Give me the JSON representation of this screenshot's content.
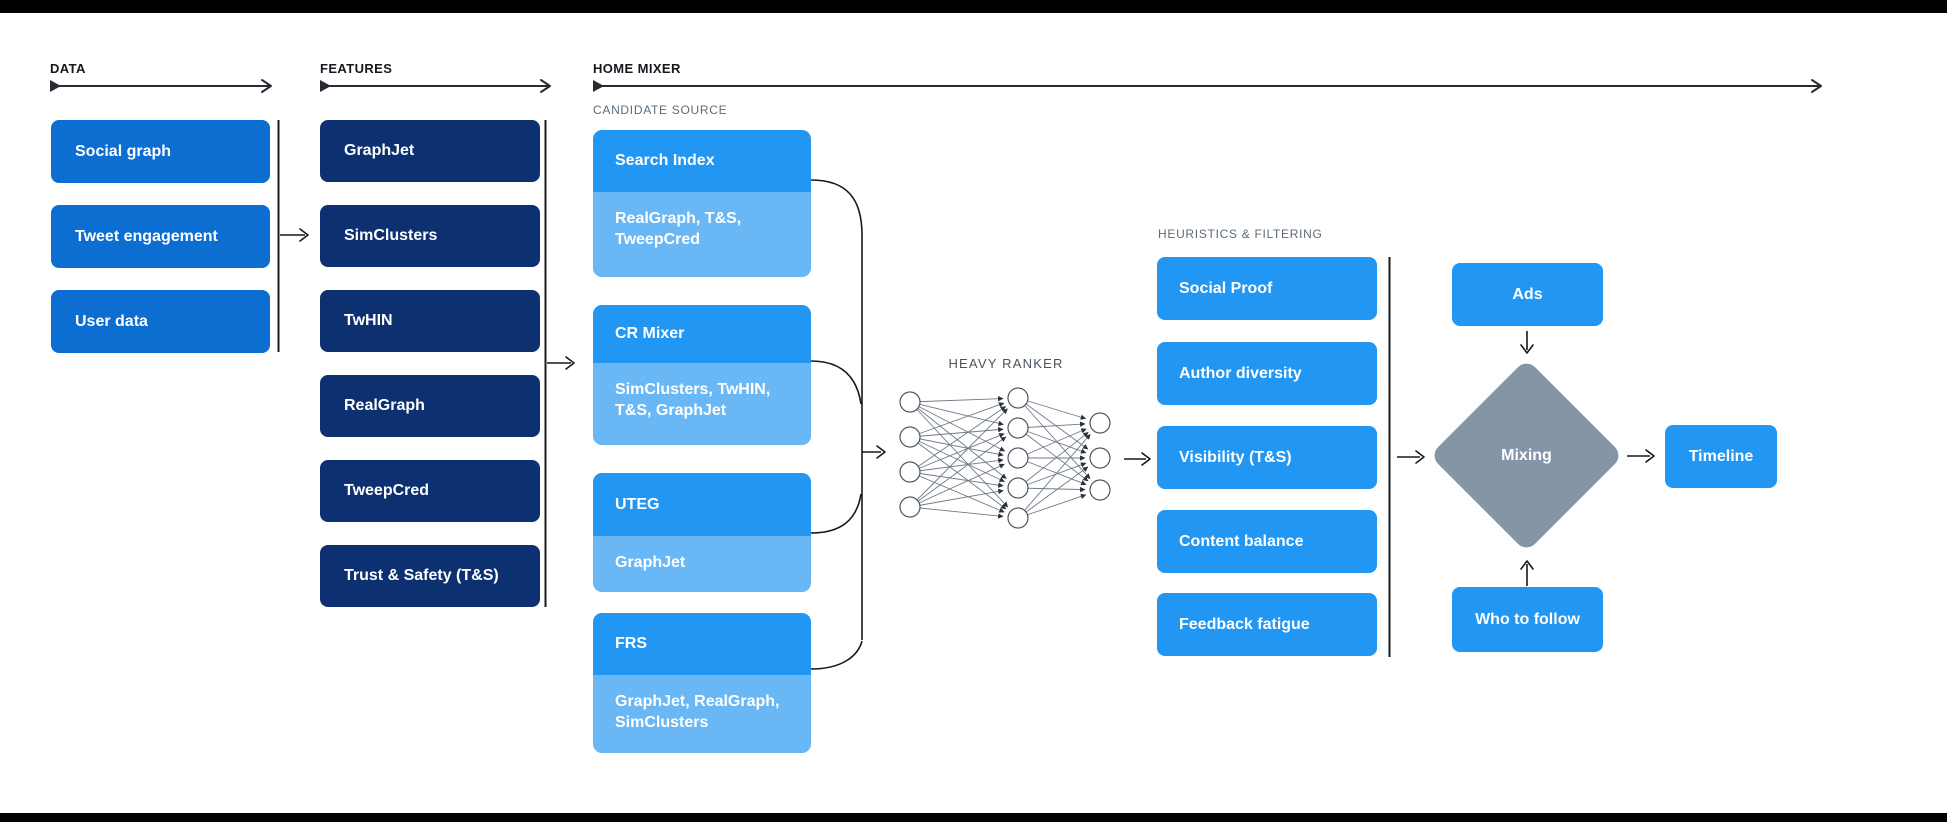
{
  "colors": {
    "data_box": "#0d6ed2",
    "feature_box": "#0d3071",
    "candidate_main": "#2196f3",
    "candidate_sub": "#69b7f5",
    "heuristic_box": "#2196f3",
    "mixing_diamond": "#8595a8",
    "connector": "#16191d",
    "header_text": "#15191f",
    "sublabel_text": "#5b6b7a",
    "box_text": "#ffffff"
  },
  "sections": {
    "data": {
      "title": "DATA",
      "items": [
        "Social graph",
        "Tweet engagement",
        "User data"
      ]
    },
    "features": {
      "title": "FEATURES",
      "items": [
        "GraphJet",
        "SimClusters",
        "TwHIN",
        "RealGraph",
        "TweepCred",
        "Trust & Safety (T&S)"
      ]
    },
    "home_mixer": {
      "title": "HOME MIXER",
      "candidate_source": {
        "title": "CANDIDATE SOURCE",
        "groups": [
          {
            "name": "Search Index",
            "sources": "RealGraph, T&S, TweepCred"
          },
          {
            "name": "CR Mixer",
            "sources": "SimClusters, TwHIN, T&S, GraphJet"
          },
          {
            "name": "UTEG",
            "sources": "GraphJet"
          },
          {
            "name": "FRS",
            "sources": "GraphJet, RealGraph, SimClusters"
          }
        ]
      },
      "heavy_ranker": {
        "title": "HEAVY RANKER"
      },
      "heuristics": {
        "title": "HEURISTICS & FILTERING",
        "items": [
          "Social Proof",
          "Author diversity",
          "Visibility (T&S)",
          "Content balance",
          "Feedback fatigue"
        ]
      },
      "mixing_stage": {
        "ads": "Ads",
        "mixing": "Mixing",
        "who_to_follow": "Who to follow",
        "timeline": "Timeline"
      }
    }
  }
}
